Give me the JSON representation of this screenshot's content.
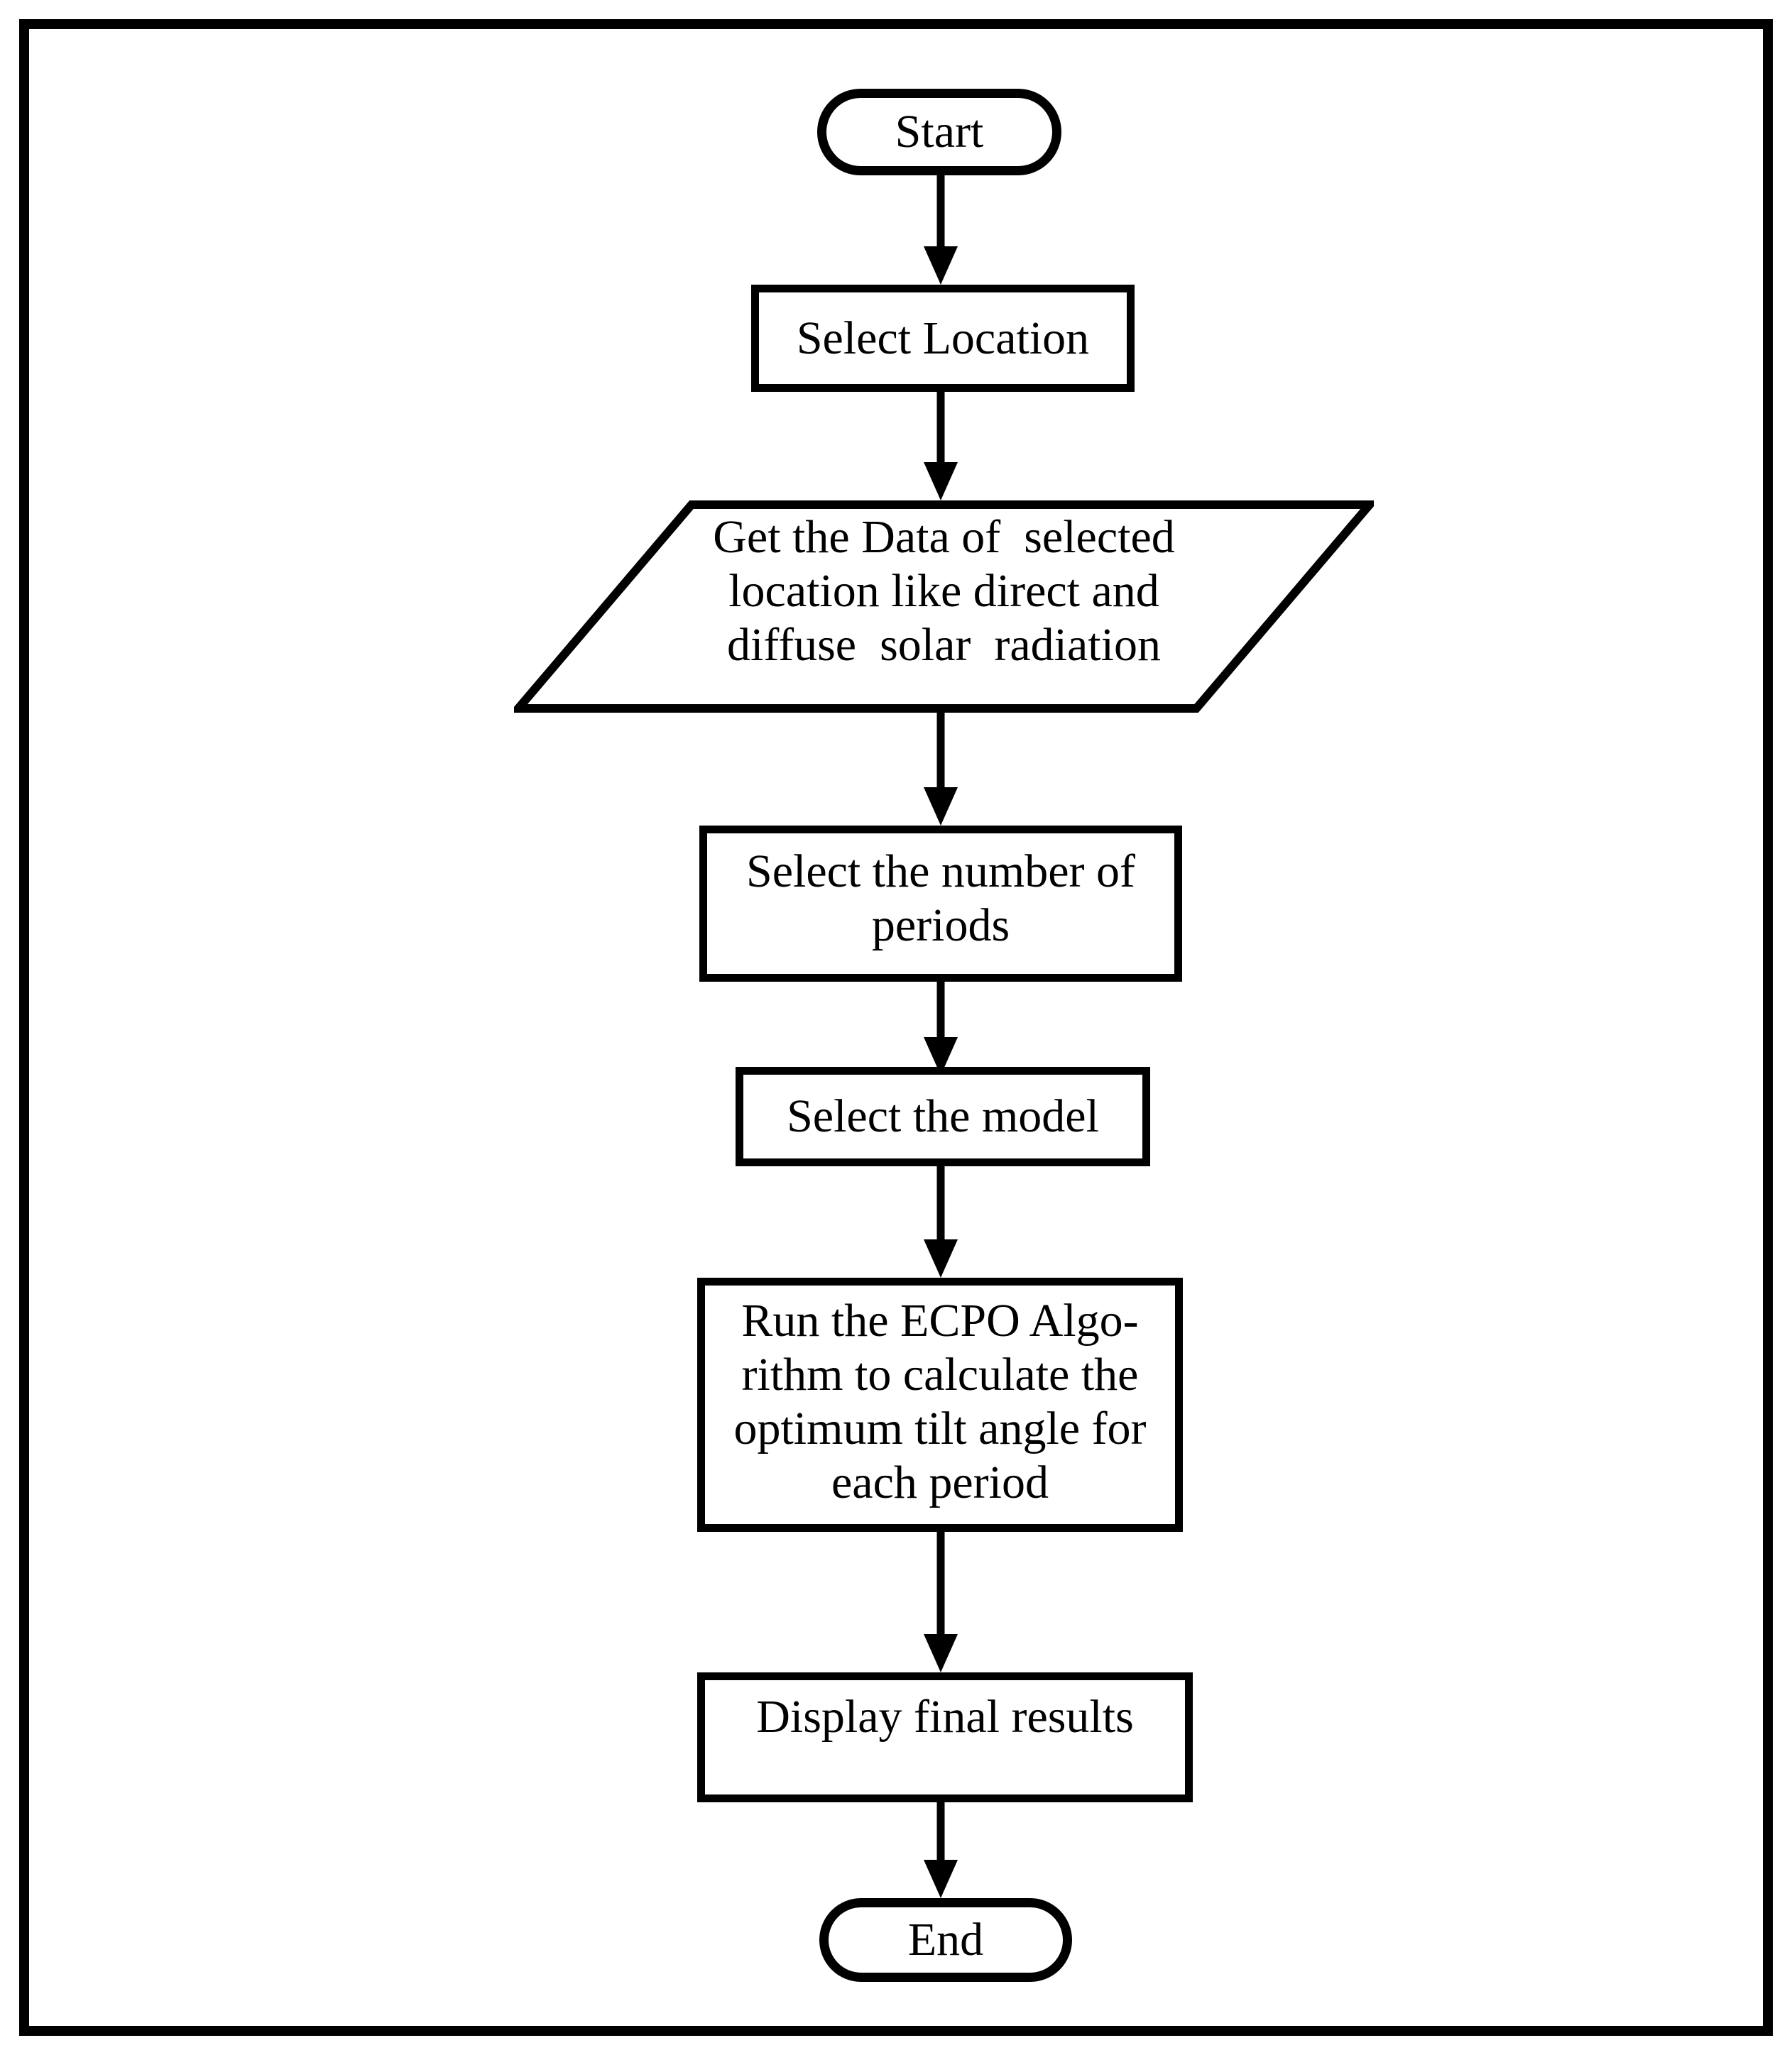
{
  "diagram": {
    "background": "#ffffff",
    "stroke_color": "#000000",
    "nodes": [
      {
        "id": "start",
        "type": "terminator",
        "label": "Start"
      },
      {
        "id": "select-location",
        "type": "process",
        "label": "Select Location"
      },
      {
        "id": "get-data",
        "type": "input-output",
        "lines": [
          "Get the Data of  selected",
          "location like direct and",
          "diffuse  solar  radiation"
        ]
      },
      {
        "id": "select-periods",
        "type": "process",
        "lines": [
          "Select the number of",
          "periods"
        ]
      },
      {
        "id": "select-model",
        "type": "process",
        "label": "Select the model"
      },
      {
        "id": "run-ecpo",
        "type": "process",
        "lines": [
          "Run the ECPO Algo-",
          "rithm to calculate the",
          "optimum tilt angle for",
          "each period"
        ]
      },
      {
        "id": "display-results",
        "type": "process",
        "label": "Display final results"
      },
      {
        "id": "end",
        "type": "terminator",
        "label": "End"
      }
    ],
    "edges": [
      {
        "from": "start",
        "to": "select-location"
      },
      {
        "from": "select-location",
        "to": "get-data"
      },
      {
        "from": "get-data",
        "to": "select-periods"
      },
      {
        "from": "select-periods",
        "to": "select-model"
      },
      {
        "from": "select-model",
        "to": "run-ecpo"
      },
      {
        "from": "run-ecpo",
        "to": "display-results"
      },
      {
        "from": "display-results",
        "to": "end"
      }
    ]
  }
}
